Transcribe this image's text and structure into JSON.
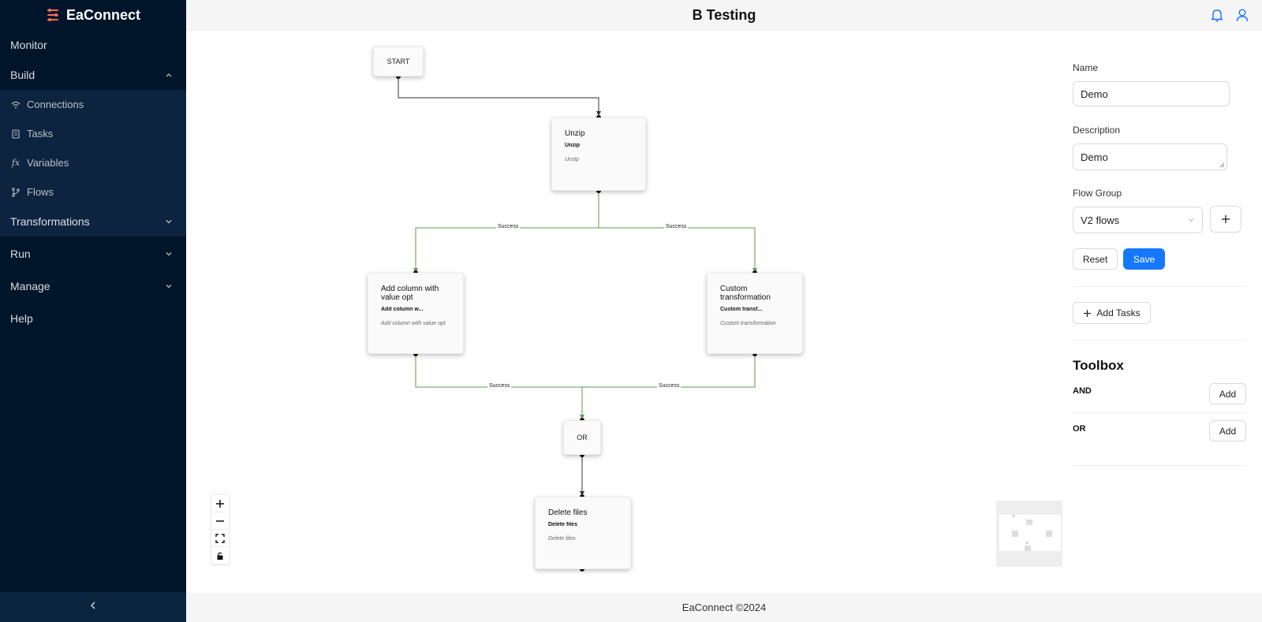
{
  "app": {
    "name": "EaConnect",
    "logo_color": "#ff6b5b"
  },
  "sidebar": {
    "items": [
      {
        "label": "Monitor"
      },
      {
        "label": "Build",
        "expanded": true
      },
      {
        "label": "Transformations"
      },
      {
        "label": "Run"
      },
      {
        "label": "Manage"
      },
      {
        "label": "Help"
      }
    ],
    "build_children": [
      {
        "label": "Connections",
        "icon": "wifi-icon"
      },
      {
        "label": "Tasks",
        "icon": "task-icon"
      },
      {
        "label": "Variables",
        "icon": "fx-icon"
      },
      {
        "label": "Flows",
        "icon": "branch-icon"
      }
    ]
  },
  "header": {
    "title": "B Testing"
  },
  "footer": {
    "text": "EaConnect ©2024"
  },
  "canvas": {
    "nodes": {
      "start": {
        "title": "START"
      },
      "unzip": {
        "title": "Unzip",
        "subtitle": "Unzip",
        "desc": "Unzip"
      },
      "addcol": {
        "title": "Add column with value opt",
        "subtitle": "Add column w...",
        "desc": "Add column with value opt"
      },
      "custom": {
        "title": "Custom transformation",
        "subtitle": "Custom transf...",
        "desc": "Custom transformation"
      },
      "or": {
        "title": "OR"
      },
      "delete": {
        "title": "Delete files",
        "subtitle": "Delete files",
        "desc": "Delete files"
      }
    },
    "edge_labels": {
      "success": "Success"
    },
    "colors": {
      "success_edge": "#5a9e4b",
      "default_edge": "#333333"
    }
  },
  "panel": {
    "name_label": "Name",
    "name_value": "Demo",
    "description_label": "Description",
    "description_value": "Demo",
    "flow_group_label": "Flow Group",
    "flow_group_value": "V2 flows",
    "reset_label": "Reset",
    "save_label": "Save",
    "add_tasks_label": "Add Tasks",
    "toolbox_title": "Toolbox",
    "tools": [
      {
        "name": "AND",
        "button": "Add"
      },
      {
        "name": "OR",
        "button": "Add"
      }
    ],
    "accent": "#1677ff"
  }
}
